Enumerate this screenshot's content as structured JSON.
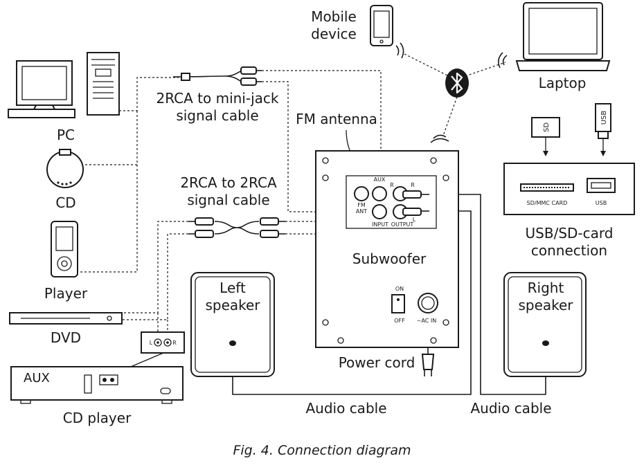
{
  "labels": {
    "mobile_line1": "Mobile",
    "mobile_line2": "device",
    "laptop": "Laptop",
    "pc": "PC",
    "cd": "CD",
    "player": "Player",
    "dvd": "DVD",
    "cd_player": "CD player",
    "cable_minijack_line1": "2RCA to mini-jack",
    "cable_minijack_line2": "signal cable",
    "cable_2rca_line1": "2RCA to 2RCA",
    "cable_2rca_line2": "signal cable",
    "fm_antenna": "FM antenna",
    "subwoofer": "Subwoofer",
    "power_cord": "Power cord",
    "left_speaker_line1": "Left",
    "left_speaker_line2": "speaker",
    "right_speaker_line1": "Right",
    "right_speaker_line2": "speaker",
    "audio_cable_left": "Audio cable",
    "audio_cable_right": "Audio cable",
    "usb_sd_line1": "USB/SD-card",
    "usb_sd_line2": "connection",
    "sd_mmc_card": "SD/MMC CARD",
    "usb": "USB",
    "sd_card_label": "SD",
    "usb_stick_label": "USB",
    "aux_panel": "AUX",
    "jack_r": "R",
    "jack_l": "L",
    "fm_ant": "FM",
    "ant": "ANT",
    "input": "INPUT",
    "output": "OUTPUT",
    "switch_on": "ON",
    "switch_off": "OFF",
    "ac_in": "~AC IN",
    "cd_player_aux": "AUX",
    "cd_player_r": "R",
    "cd_player_l": "L"
  },
  "caption": "Fig. 4. Connection diagram"
}
